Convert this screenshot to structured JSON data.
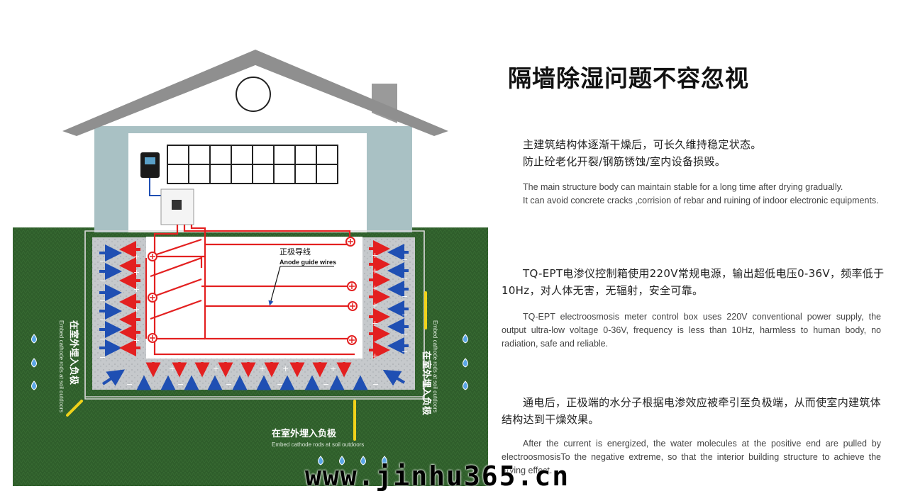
{
  "heading": "隔墙除湿问题不容忽视",
  "section1": {
    "cn_line1": "主建筑结构体逐渐干燥后，可长久维持稳定状态。",
    "cn_line2": "防止砼老化开裂/钢筋锈蚀/室内设备损毁。",
    "en_line1": "The main structure body can maintain stable for a long time after drying gradually.",
    "en_line2": "It can avoid concrete cracks ,corrision of rebar and ruining of indoor electronic equipments."
  },
  "section2": {
    "cn": "TQ-EPT电渗仪控制箱使用220V常规电源，输出超低电压0-36V，频率低于10Hz，对人体无害，无辐射，安全可靠。",
    "en": "TQ-EPT electroosmosis meter control box uses 220V conventional power supply, the output ultra-low voltage 0-36V, frequency is less than 10Hz, harmless to human body, no radiation, safe and reliable."
  },
  "section3": {
    "cn": "通电后，正极端的水分子根据电渗效应被牵引至负极端，从而使室内建筑体结构达到干燥效果。",
    "en": "After the current is energized, the water molecules at the positive end are pulled by electroosmosisTo the negative extreme, so that the interior building structure to achieve the drying effect."
  },
  "diagram": {
    "anode_label_cn": "正极导线",
    "anode_label_en": "Anode guide wires",
    "cathode_bottom_cn": "在室外埋入负极",
    "cathode_bottom_en": "Embed cathode rods at soil outdoors",
    "cathode_left_cn": "在室外埋入负极",
    "cathode_left_en": "Embed cathode rods at soil outdoors",
    "cathode_right_cn": "在室外埋入负极",
    "cathode_right_en": "Embed cathode rods at soil outdoors"
  },
  "colors": {
    "roof": "#8c8c8c",
    "wall": "#a9c1c4",
    "ground": "#2f5e2b",
    "soil_box": "#c9c9c9",
    "anode_wire": "#e32020",
    "cathode_rod": "#f0d21a",
    "arrow_blue": "#1f4fb3",
    "arrow_red": "#e32020",
    "drop": "#3a7fd0"
  },
  "watermark": "www.jinhu365.cn"
}
